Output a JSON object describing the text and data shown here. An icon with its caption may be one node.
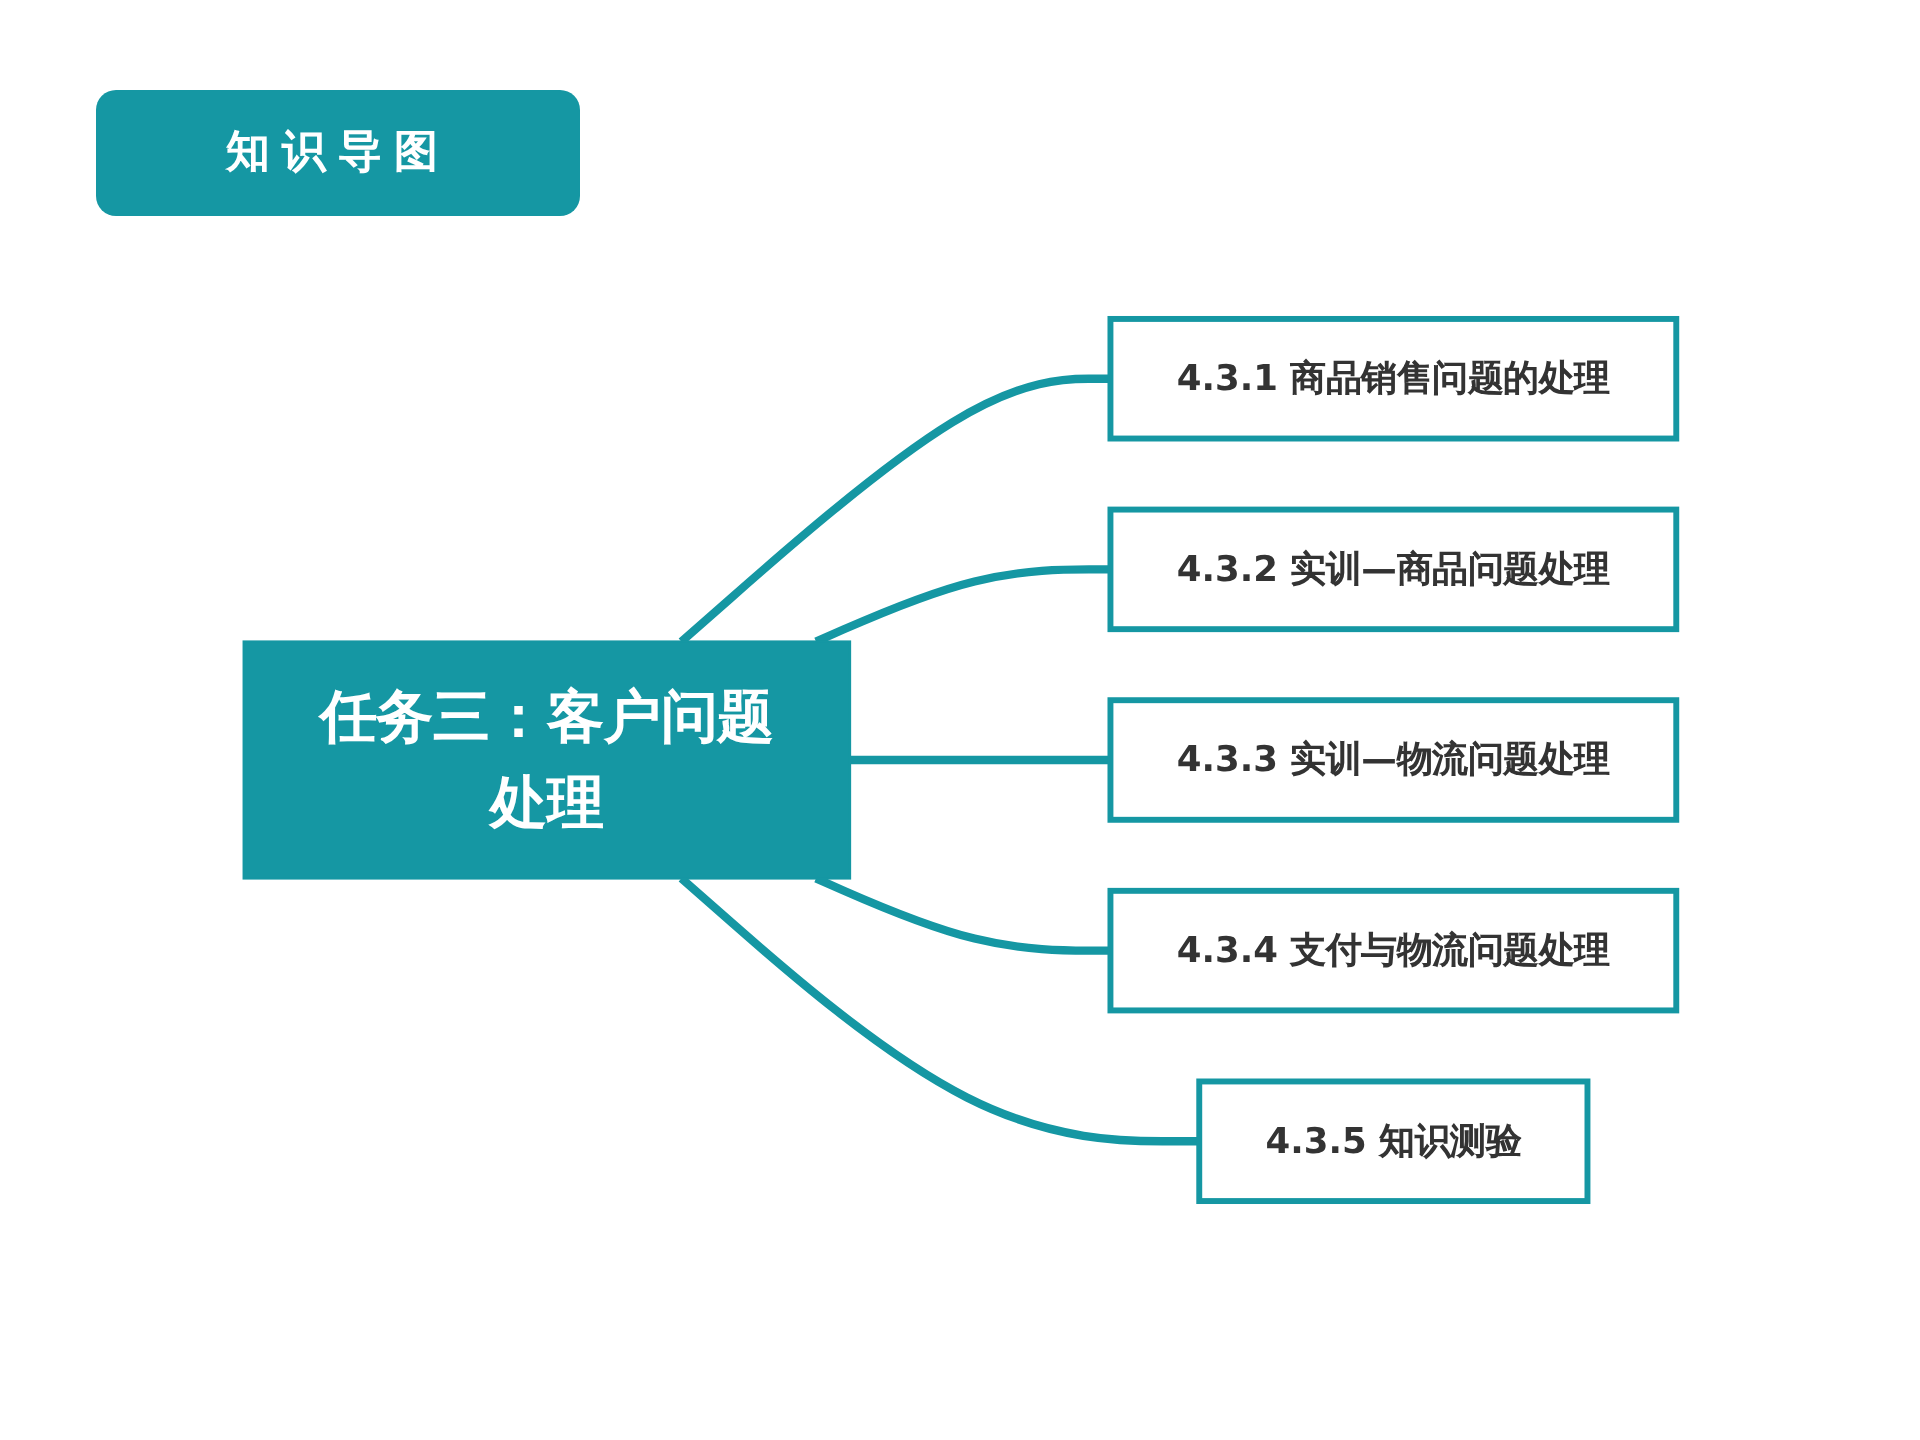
{
  "diagram": {
    "title": "知识导图",
    "nodes": [
      {
        "text": [
          "任务三：客户问题处理"
        ]
      },
      {
        "text": [
          "4.3.1 商品销售问题的处理"
        ]
      },
      {
        "text": [
          "4.3.2 实训—商品问题处理"
        ]
      },
      {
        "text": [
          "4.3.3 实训—物流问题处理"
        ]
      },
      {
        "text": [
          "4.3.4 支付与物流问题处理"
        ]
      },
      {
        "text": [
          "4.3.5 知识测验"
        ]
      }
    ],
    "edges": [
      {
        "from": 0,
        "to": 1,
        "arrow": "none"
      },
      {
        "from": 0,
        "to": 2,
        "arrow": "none"
      },
      {
        "from": 0,
        "to": 3,
        "arrow": "none"
      },
      {
        "from": 0,
        "to": 4,
        "arrow": "none"
      },
      {
        "from": 0,
        "to": 5,
        "arrow": "none"
      }
    ]
  }
}
